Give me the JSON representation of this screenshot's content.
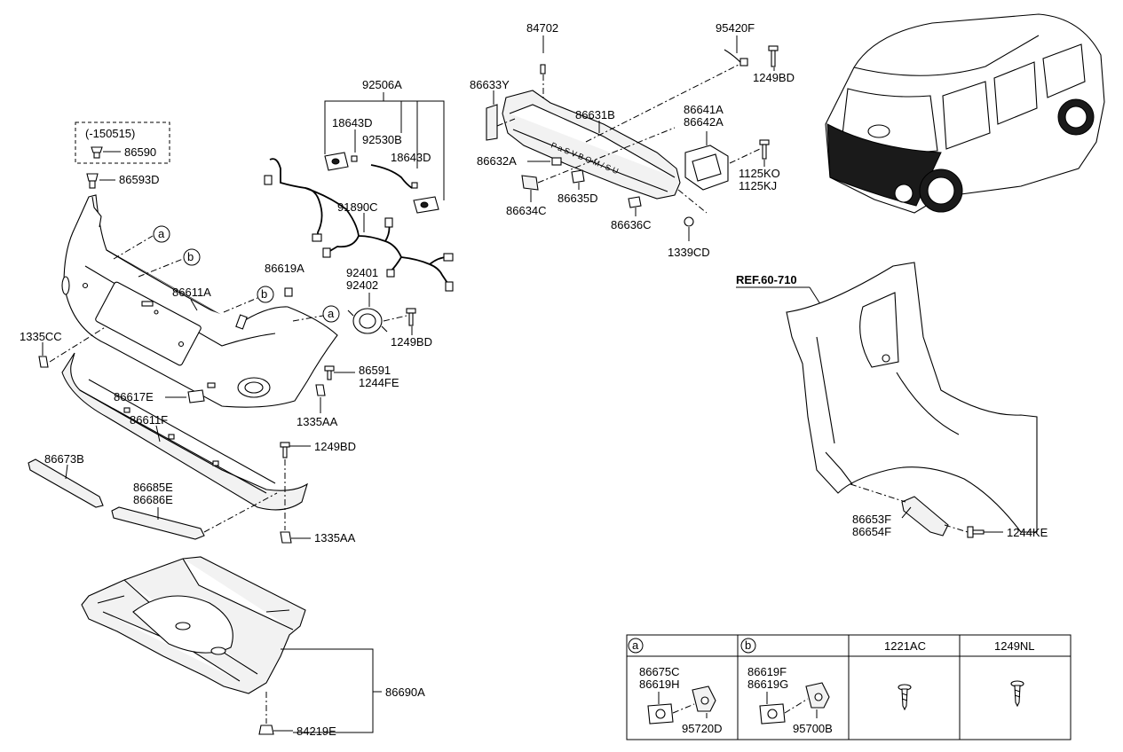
{
  "labels": {
    "p84702": "84702",
    "p95420F": "95420F",
    "p1249BD_top": "1249BD",
    "p92506A": "92506A",
    "p86633Y": "86633Y",
    "p86631B": "86631B",
    "p86641A": "86641A",
    "p86642A": "86642A",
    "p18643D_a": "18643D",
    "p92530B": "92530B",
    "p18643D_b": "18643D",
    "p150515": "(-150515)",
    "p86590": "86590",
    "p86593D": "86593D",
    "p86632A": "86632A",
    "p1125KO": "1125KO",
    "p1125KJ": "1125KJ",
    "p86634C": "86634C",
    "p86635D": "86635D",
    "p86636C": "86636C",
    "p1339CD": "1339CD",
    "p91890C": "91890C",
    "p86619A": "86619A",
    "p92401": "92401",
    "p92402": "92402",
    "p86611A": "86611A",
    "p1249BD_mid": "1249BD",
    "p1335CC": "1335CC",
    "p86591": "86591",
    "p1244FE": "1244FE",
    "p86617E": "86617E",
    "p1335AA_a": "1335AA",
    "p86611F": "86611F",
    "p1249BD_low": "1249BD",
    "p86673B": "86673B",
    "p86685E": "86685E",
    "p86686E": "86686E",
    "p1335AA_b": "1335AA",
    "p86690A": "86690A",
    "p84219E": "84219E",
    "ref": "REF.60-710",
    "p86653F": "86653F",
    "p86654F": "86654F",
    "p1244KE": "1244KE",
    "call_a": "a",
    "call_b": "b"
  },
  "legend_table": {
    "headers": [
      "a",
      "b",
      "1221AC",
      "1249NL"
    ],
    "cell_a": [
      "86675C",
      "86619H",
      "95720D"
    ],
    "cell_b": [
      "86619F",
      "86619G",
      "95700B"
    ]
  }
}
